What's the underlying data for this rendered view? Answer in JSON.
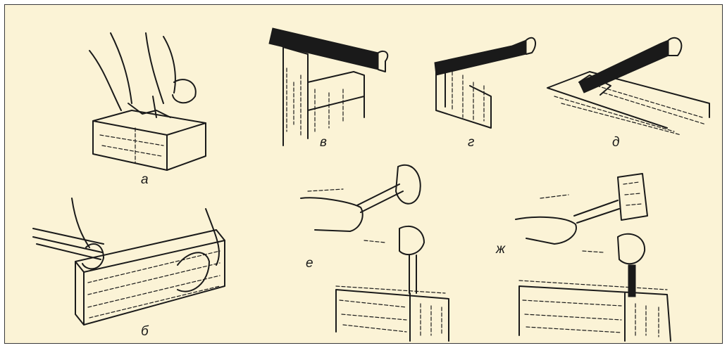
{
  "labels": {
    "a": "а",
    "b": "б",
    "v": "в",
    "g": "г",
    "d": "д",
    "e": "е",
    "zh": "ж"
  },
  "colors": {
    "background": "#fbf3d6",
    "ink": "#1a1a1a",
    "border": "#3a3a3a"
  }
}
